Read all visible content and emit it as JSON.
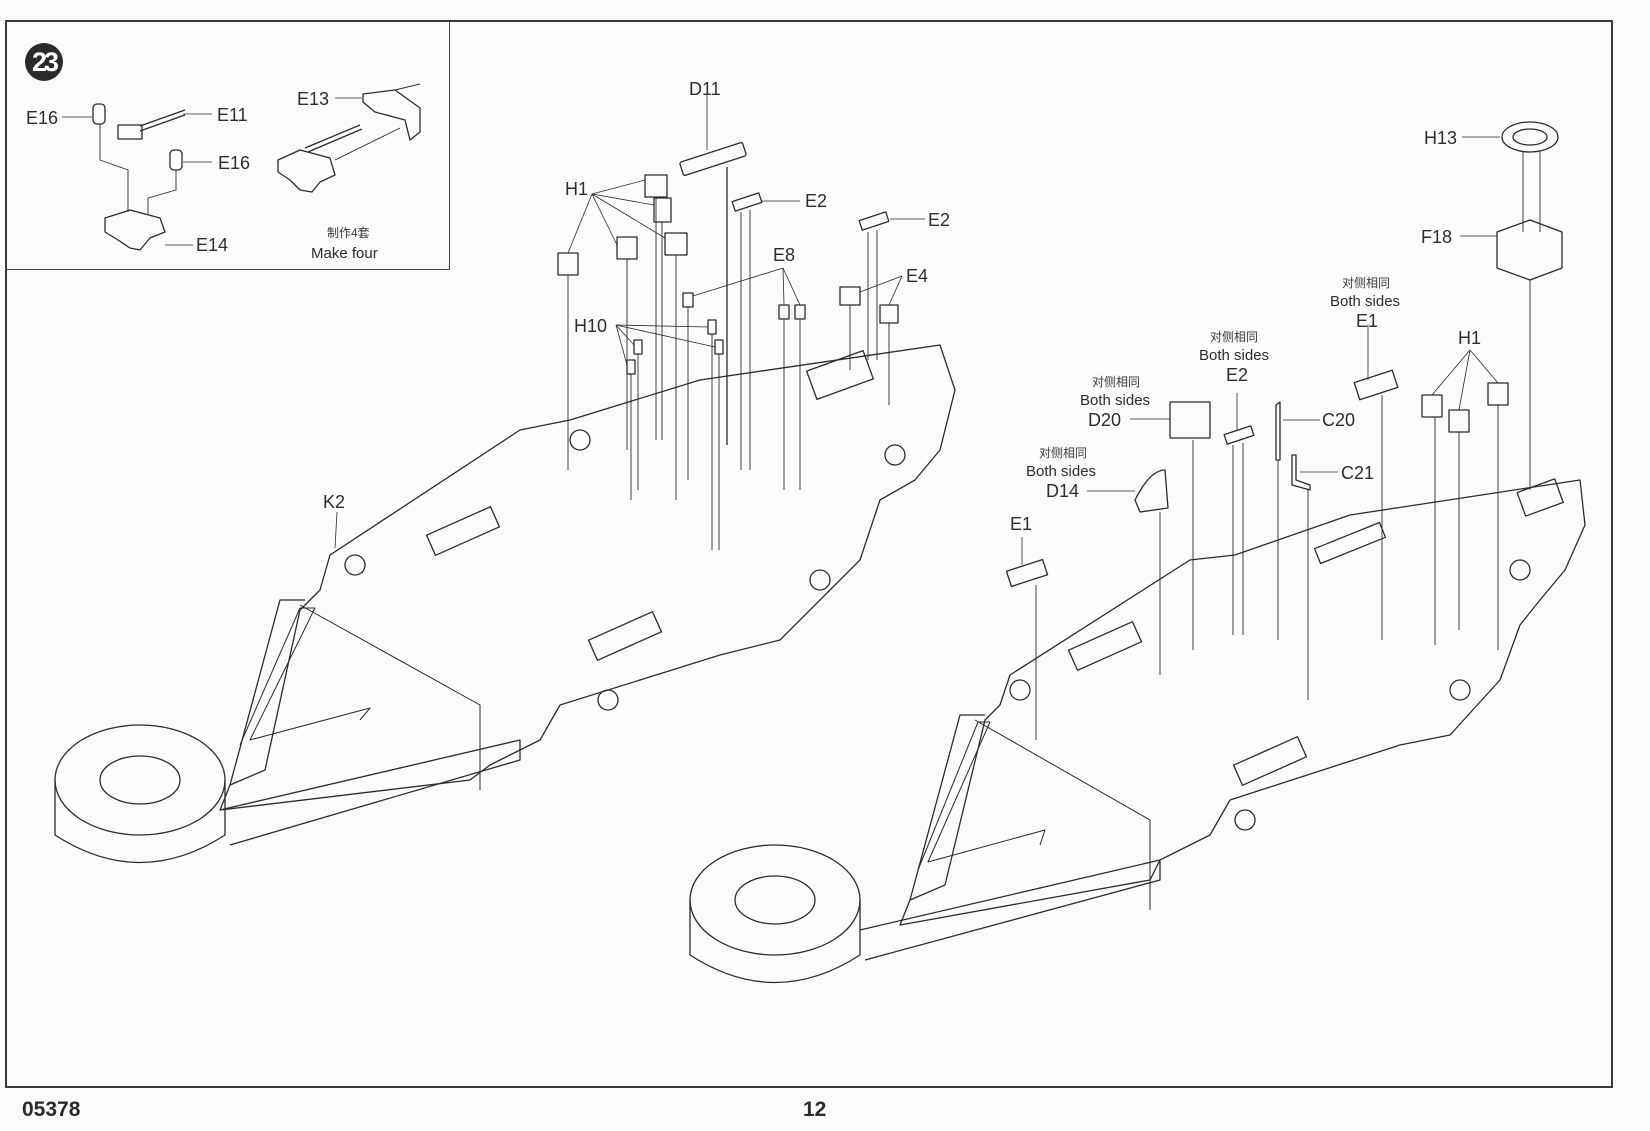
{
  "page": {
    "product_code": "05378",
    "page_number": "12"
  },
  "step": {
    "number": "23",
    "inset": {
      "labels": {
        "e16_left": "E16",
        "e11": "E11",
        "e16_right": "E16",
        "e14": "E14",
        "e13": "E13"
      },
      "note_cn": "制作4套",
      "note_en": "Make four"
    }
  },
  "left_hull": {
    "hull_label": "K2",
    "parts": {
      "d11": "D11",
      "h1": "H1",
      "e2_a": "E2",
      "e2_b": "E2",
      "e8": "E8",
      "e4": "E4",
      "h10": "H10"
    }
  },
  "right_hull": {
    "parts": {
      "h13": "H13",
      "f18": "F18",
      "e1_top": "E1",
      "h1": "H1",
      "e2": "E2",
      "c20": "C20",
      "c21": "C21",
      "d20": "D20",
      "d14": "D14",
      "e1_low": "E1"
    },
    "notes": {
      "both_sides_cn": "对侧相同",
      "both_sides_en": "Both sides"
    }
  },
  "colors": {
    "line": "#2b2b2b",
    "paper": "#fbfbfa",
    "badge": "#2b2b2b"
  }
}
